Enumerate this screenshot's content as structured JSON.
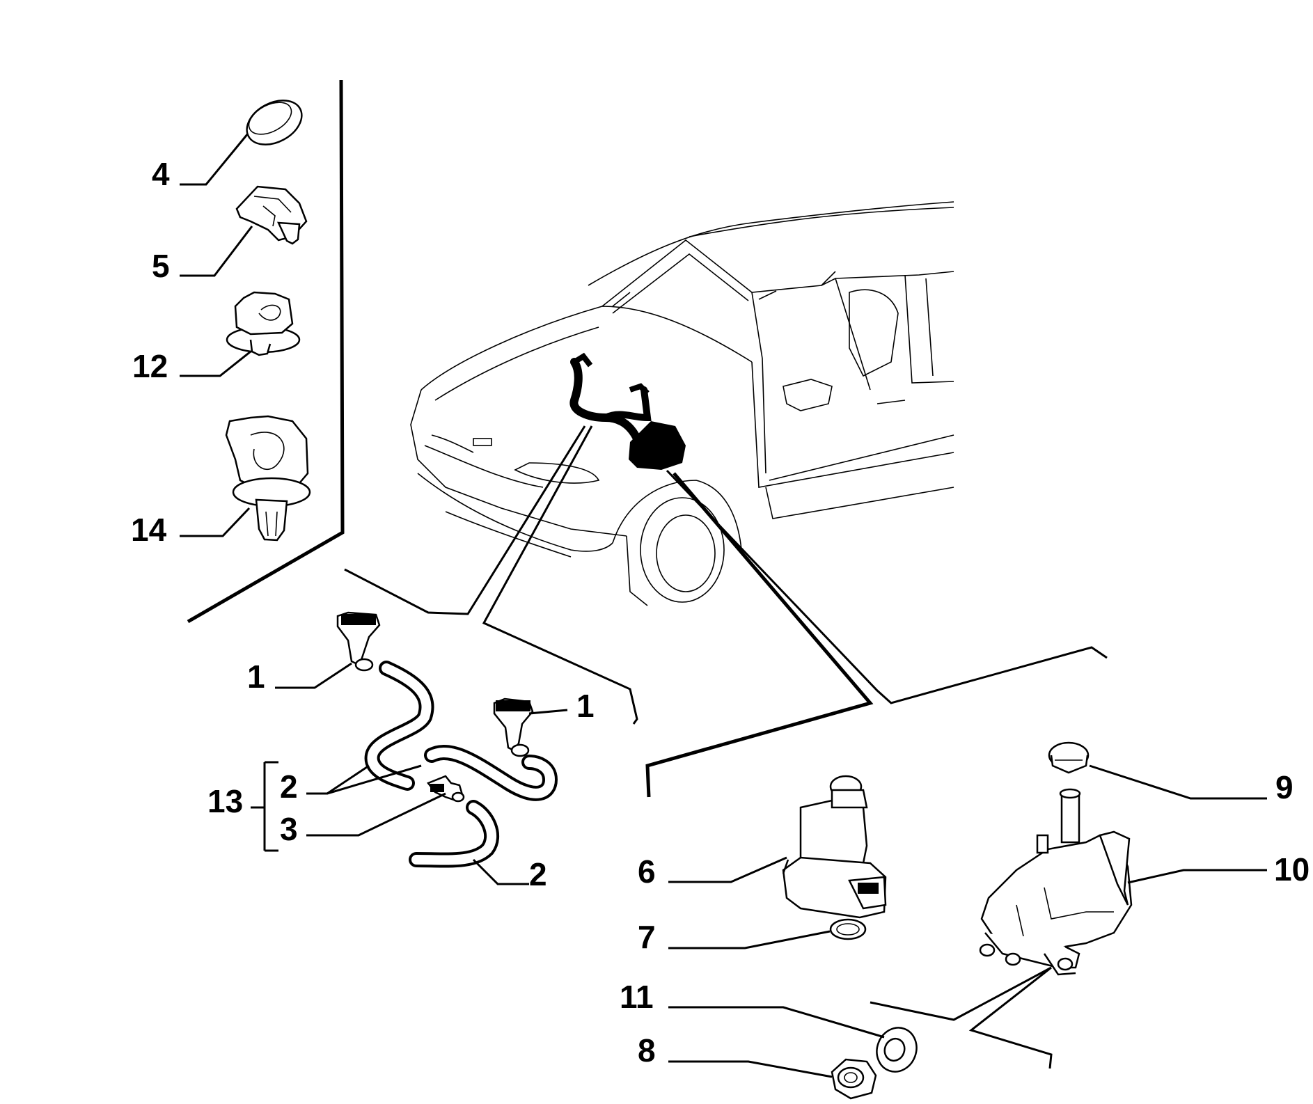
{
  "callouts": [
    {
      "id": "c4",
      "text": "4"
    },
    {
      "id": "c5",
      "text": "5"
    },
    {
      "id": "c12",
      "text": "12"
    },
    {
      "id": "c14",
      "text": "14"
    },
    {
      "id": "c1a",
      "text": "1"
    },
    {
      "id": "c1b",
      "text": "1"
    },
    {
      "id": "c13",
      "text": "13"
    },
    {
      "id": "c2a",
      "text": "2"
    },
    {
      "id": "c3",
      "text": "3"
    },
    {
      "id": "c2b",
      "text": "2"
    },
    {
      "id": "c6",
      "text": "6"
    },
    {
      "id": "c7",
      "text": "7"
    },
    {
      "id": "c11",
      "text": "11"
    },
    {
      "id": "c8",
      "text": "8"
    },
    {
      "id": "c9",
      "text": "9"
    },
    {
      "id": "c10",
      "text": "10"
    }
  ],
  "colors": {
    "ink": "#000000",
    "paper": "#ffffff"
  }
}
